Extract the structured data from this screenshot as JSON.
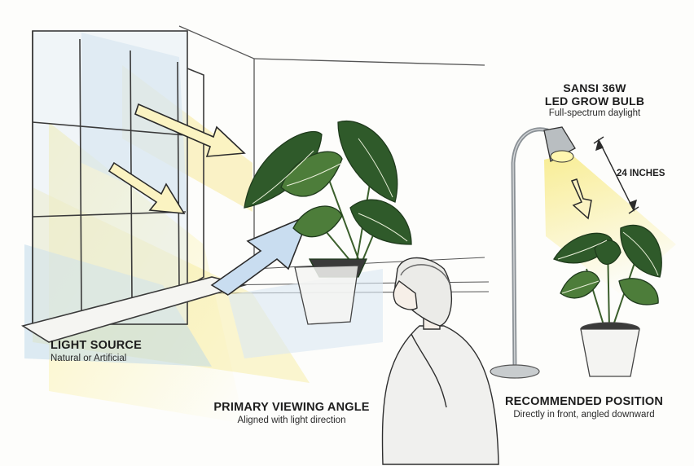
{
  "labels": {
    "light_source": {
      "title": "LIGHT SOURCE",
      "subtitle": "Natural or Artificial"
    },
    "viewing_angle": {
      "title": "PRIMARY VIEWING ANGLE",
      "subtitle": "Aligned with light direction"
    },
    "bulb": {
      "title_line1": "SANSI 36W",
      "title_line2": "LED GROW BULB",
      "subtitle": "Full-spectrum daylight"
    },
    "position": {
      "title": "RECOMMENDED POSITION",
      "subtitle": "Directly in front, angled downward"
    },
    "distance": "24 INCHES"
  },
  "colors": {
    "ink": "#2b2b2b",
    "light_beam": "#f7e98a",
    "window_sky": "#cfe1ef",
    "arrow_blue": "#c9ddf0",
    "leaf_dark": "#2f5a2a",
    "leaf_mid": "#4d7d3a",
    "leaf_vein": "#e8efd8",
    "pot": "#f4f4f2",
    "lamp_metal": "#9aa0a4"
  },
  "icons": [
    "window-icon",
    "plant-icon",
    "person-icon",
    "floor-lamp-icon",
    "arrow-icon"
  ]
}
